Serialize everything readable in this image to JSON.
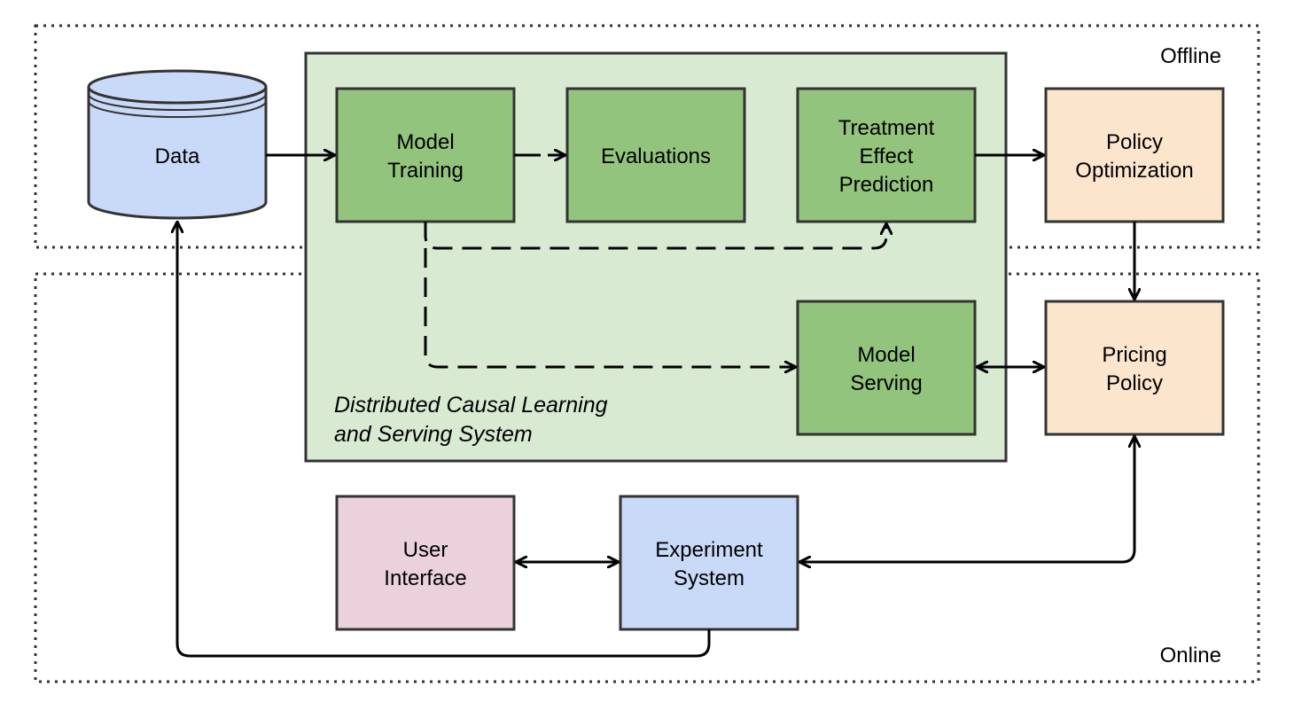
{
  "zones": {
    "offline": "Offline",
    "online": "Online"
  },
  "system": {
    "label_line1": "Distributed Causal Learning",
    "label_line2": "and Serving System"
  },
  "nodes": {
    "data": [
      "Data"
    ],
    "model_training": [
      "Model",
      "Training"
    ],
    "evaluations": [
      "Evaluations"
    ],
    "treatment_effect_prediction": [
      "Treatment",
      "Effect",
      "Prediction"
    ],
    "policy_optimization": [
      "Policy",
      "Optimization"
    ],
    "model_serving": [
      "Model",
      "Serving"
    ],
    "pricing_policy": [
      "Pricing",
      "Policy"
    ],
    "user_interface": [
      "User",
      "Interface"
    ],
    "experiment_system": [
      "Experiment",
      "System"
    ]
  },
  "colors": {
    "data_fill": "#c9daf8",
    "system_fill": "#d9ead3",
    "model_fill": "#93c47d",
    "policy_fill": "#fce5cd",
    "ui_fill": "#ead1dc",
    "experiment_fill": "#c9daf8"
  }
}
